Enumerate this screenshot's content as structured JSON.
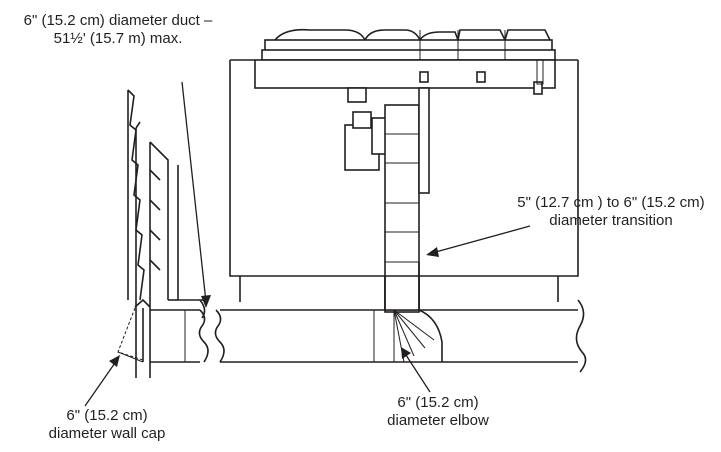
{
  "labels": {
    "duct_line1": "6\" (15.2 cm) diameter duct –",
    "duct_line2": "51½' (15.7 m) max.",
    "transition_line1": "5\" (12.7 cm ) to 6\" (15.2 cm)",
    "transition_line2": "diameter transition",
    "elbow_line1": "6\" (15.2 cm)",
    "elbow_line2": "diameter elbow",
    "wallcap_line1": "6\" (15.2 cm)",
    "wallcap_line2": "diameter wall cap"
  },
  "colors": {
    "line": "#231f20",
    "background": "#ffffff"
  }
}
